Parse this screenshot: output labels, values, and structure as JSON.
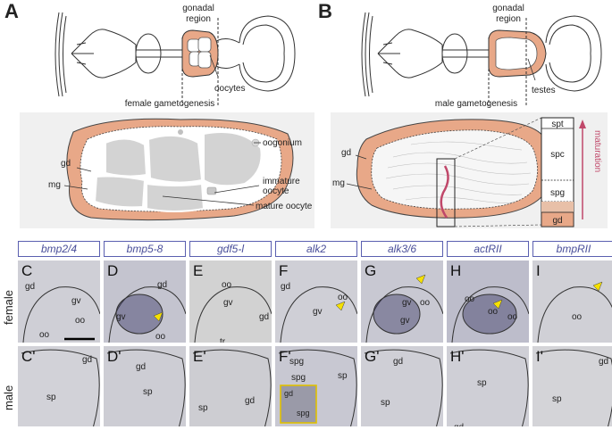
{
  "panel_letters": {
    "a": "A",
    "b": "B"
  },
  "schematic_a": {
    "region_label_1": "gonadal",
    "region_label_2": "region",
    "oocytes_label": "oocytes",
    "caption": "female gametogenesis",
    "gd": "gd",
    "mg": "mg",
    "oogonium": "oogonium",
    "immature_1": "immature",
    "immature_2": "oocyte",
    "mature": "mature oocyte"
  },
  "schematic_b": {
    "region_label_1": "gonadal",
    "region_label_2": "region",
    "testes_label": "testes",
    "caption": "male gametogenesis",
    "gd": "gd",
    "mg": "mg",
    "column": [
      "spt",
      "spc",
      "spg",
      "gd"
    ],
    "maturation": "maturation"
  },
  "genes": [
    "bmp2/4",
    "bmp5-8",
    "gdf5-l",
    "alk2",
    "alk3/6",
    "actRII",
    "bmpRII"
  ],
  "row_labels": {
    "female": "female",
    "male": "male"
  },
  "female_tiles": [
    {
      "letter": "C",
      "labels": [
        "gd",
        "gv",
        "oo",
        "oo"
      ]
    },
    {
      "letter": "D",
      "labels": [
        "gd",
        "gv",
        "oo"
      ]
    },
    {
      "letter": "E",
      "labels": [
        "oo",
        "gv",
        "gd",
        "tr"
      ]
    },
    {
      "letter": "F",
      "labels": [
        "gd",
        "gv",
        "oo"
      ]
    },
    {
      "letter": "G",
      "labels": [
        "gv",
        "oo",
        "gv"
      ]
    },
    {
      "letter": "H",
      "labels": [
        "oo",
        "oo",
        "oo"
      ]
    },
    {
      "letter": "I",
      "labels": [
        "oo"
      ]
    }
  ],
  "male_tiles": [
    {
      "letter": "C'",
      "labels": [
        "gd",
        "sp"
      ]
    },
    {
      "letter": "D'",
      "labels": [
        "gd",
        "sp"
      ]
    },
    {
      "letter": "E'",
      "labels": [
        "sp",
        "gd"
      ]
    },
    {
      "letter": "F'",
      "labels": [
        "spg",
        "spg",
        "sp"
      ],
      "inset": [
        "gd",
        "spg"
      ]
    },
    {
      "letter": "G'",
      "labels": [
        "gd",
        "sp"
      ]
    },
    {
      "letter": "H'",
      "labels": [
        "sp",
        "gd"
      ]
    },
    {
      "letter": "I'",
      "labels": [
        "gd",
        "sp"
      ]
    }
  ],
  "colors": {
    "gonad_orange": "#e8a888",
    "accent_purple": "#5a5fb0",
    "maturation_pink": "#c0486a",
    "arrowhead_yellow": "#f5e000",
    "stain_dark": "#3b3a66"
  }
}
